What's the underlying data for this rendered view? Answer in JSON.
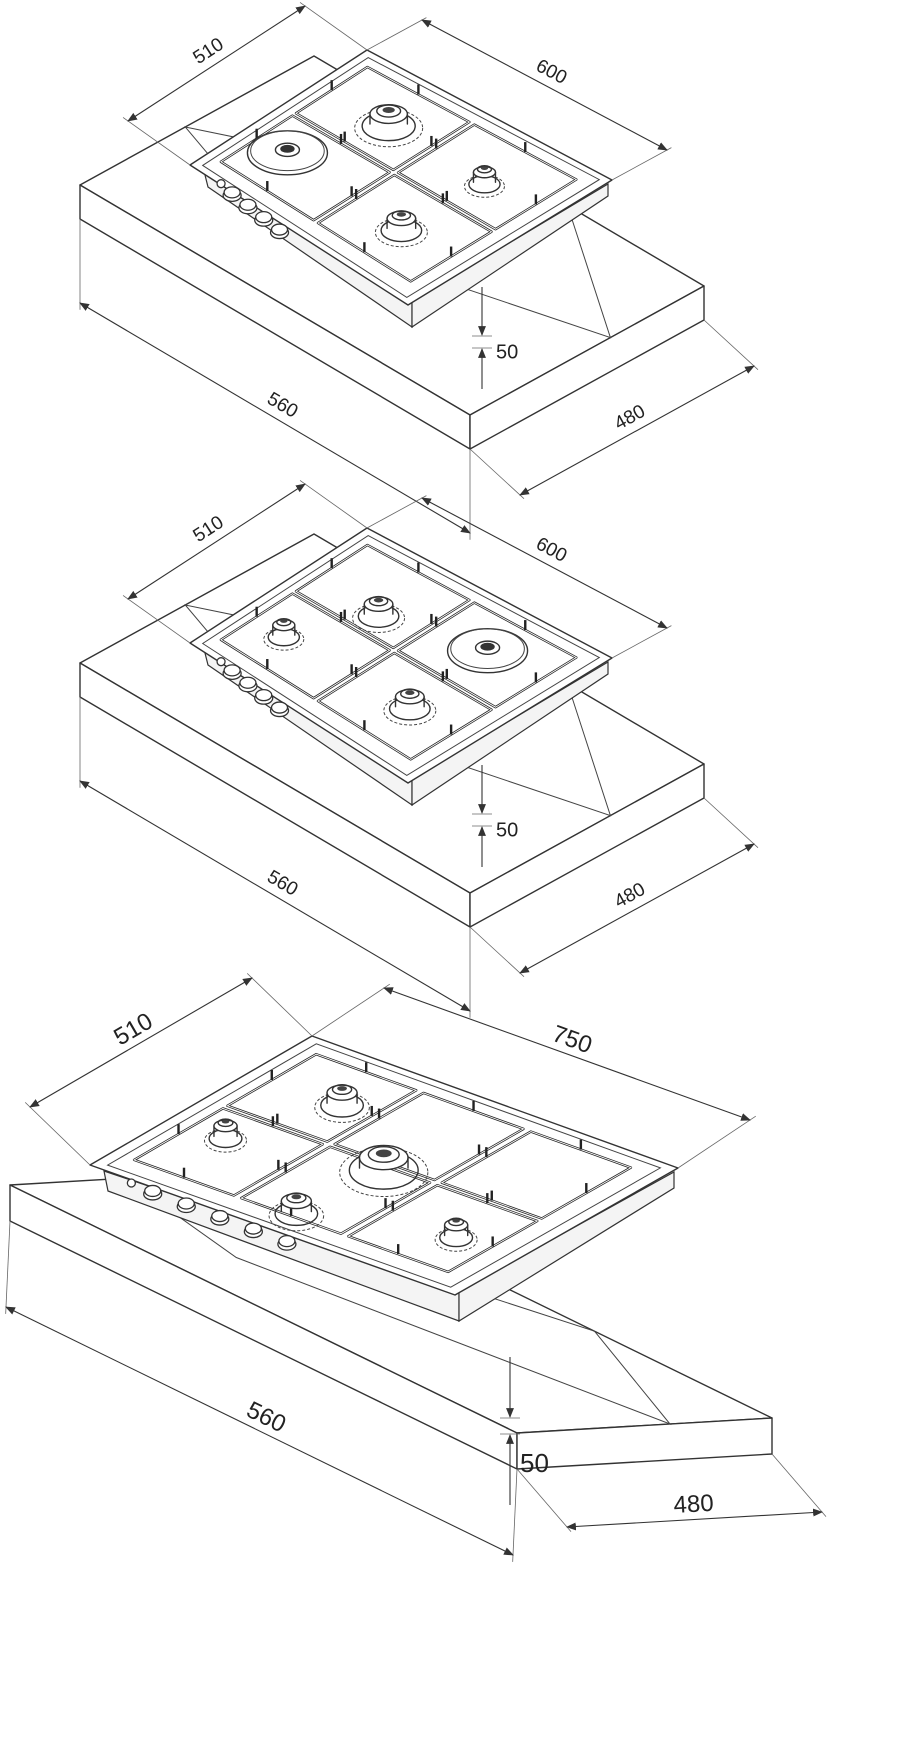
{
  "hobs": [
    {
      "width": "600",
      "depth": "510",
      "cutout_width": "560",
      "cutout_depth": "480",
      "height": "50",
      "burners": [
        "gas-large",
        "electric-plate",
        "gas-small",
        "gas-medium"
      ],
      "knob_count": 4
    },
    {
      "width": "600",
      "depth": "510",
      "cutout_width": "560",
      "cutout_depth": "480",
      "height": "50",
      "burners": [
        "gas-medium",
        "gas-small",
        "electric-plate",
        "gas-medium"
      ],
      "knob_count": 4
    },
    {
      "width": "750",
      "depth": "510",
      "cutout_width": "560",
      "cutout_depth": "480",
      "height": "50",
      "burners": [
        "gas-medium",
        "gas-small",
        "gas-wok",
        "gas-medium",
        "gas-small"
      ],
      "knob_count": 5
    }
  ],
  "colors": {
    "line": "#333333",
    "background": "#ffffff"
  }
}
